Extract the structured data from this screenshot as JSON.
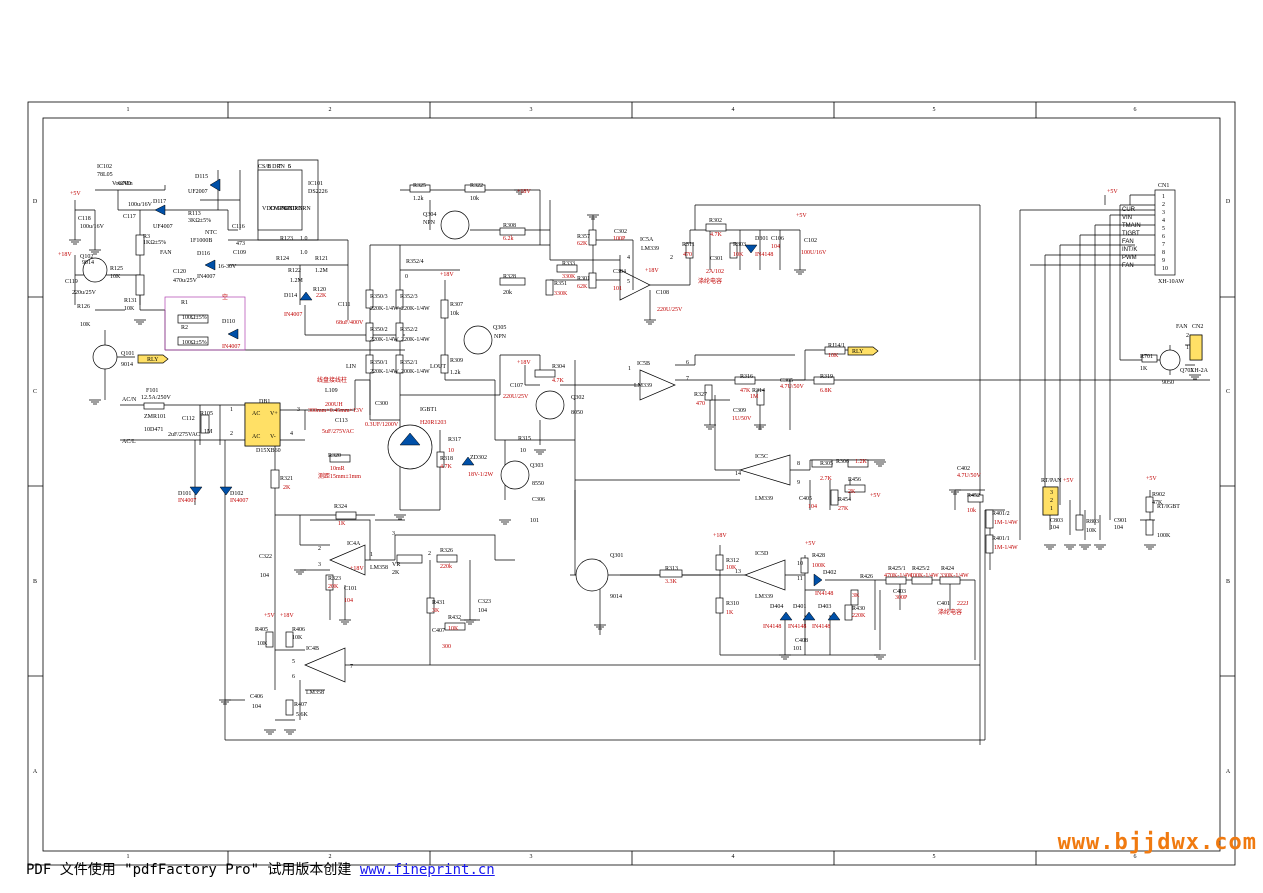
{
  "schematic": {
    "grid_cols": [
      "1",
      "2",
      "3",
      "4",
      "5",
      "6"
    ],
    "grid_rows": [
      "D",
      "C",
      "B",
      "A"
    ],
    "components": {
      "ic102": [
        "IC102",
        "78L05",
        "Vout",
        "GND",
        "Vin"
      ],
      "ic101": [
        "IC101",
        "DS2226",
        "VDD GND",
        "CMP GND",
        "N/C",
        "DRN",
        "DRN",
        "CS/E DRN",
        "8",
        "7",
        "6",
        "5"
      ],
      "d115": [
        "D115",
        "UF2007"
      ],
      "d117": [
        "D117",
        "UF4007"
      ],
      "c118": [
        "C118",
        "100u/16V"
      ],
      "c117": [
        "C117",
        "100u/16V"
      ],
      "r3": [
        "R3",
        "1KΩ±5%"
      ],
      "r113": [
        "R113",
        "3KΩ±5%"
      ],
      "c116": [
        "C116",
        "473"
      ],
      "r1nt": [
        "NTC",
        "1F1000B"
      ],
      "q102": [
        "Q102",
        "9014"
      ],
      "r125": [
        "R125",
        "10K"
      ],
      "r126": [
        "R126",
        "10K"
      ],
      "r131": [
        "R131",
        "10K"
      ],
      "c120": [
        "C120",
        "470u/25V"
      ],
      "c119": [
        "C119",
        "220u/25V"
      ],
      "d116": [
        "D116",
        "IN4007"
      ],
      "c109": [
        "C109",
        "16-30V"
      ],
      "r123": [
        "R123",
        "1.0"
      ],
      "r124": [
        "R124",
        "1.0"
      ],
      "r122": [
        "R122",
        "1.2M"
      ],
      "r121": [
        "R121",
        "1.2M"
      ],
      "r120": [
        "R120",
        "22K"
      ],
      "d114": [
        "D114",
        "IN4007"
      ],
      "c111": [
        "C111",
        "68uF/400V"
      ],
      "box_title": "空",
      "r1": [
        "R1",
        "100Ω±5%"
      ],
      "r2": [
        "R2",
        "100Ω±5%"
      ],
      "d110": [
        "D110",
        "IN4007"
      ],
      "q101": [
        "Q101",
        "9014"
      ],
      "rly": "RLY",
      "fan": "FAN",
      "plus18": "+18V",
      "plus5": "+5V",
      "acn": "AC/N",
      "acl": "AC/L",
      "f101": [
        "F101",
        "12.5A/250V"
      ],
      "zmr101": [
        "ZMR101",
        "10D471"
      ],
      "c112": [
        "C112",
        "2uF/275VAC"
      ],
      "r105": [
        "R105",
        "1M"
      ],
      "db1": [
        "DB1",
        "AC",
        "V+",
        "AC",
        "V-",
        "D15XB60",
        "1",
        "2",
        "3",
        "4"
      ],
      "d101": [
        "D101",
        "IN4007"
      ],
      "d102": [
        "D102",
        "IN4007"
      ],
      "r321": [
        "R321",
        "2K"
      ],
      "l109": [
        "L109",
        "200UH"
      ],
      "coil_in": "LIN",
      "c113": [
        "C113",
        "5uF/275VAC"
      ],
      "c300": [
        "C300",
        "0.3UF/1200V"
      ],
      "coil_note": "线盘接线柱",
      "red1": "300mm×0.45mm×13V",
      "red2": "测距15mm±1mm",
      "igbt": [
        "IGBT1",
        "H20R1203"
      ],
      "r318": [
        "R318",
        "4.7K"
      ],
      "r317": [
        "R317",
        "10"
      ],
      "zd302": [
        "ZD302",
        "18V-1/2W"
      ],
      "q303": [
        "Q303",
        "8550"
      ],
      "r315": [
        "R315",
        "10"
      ],
      "c306": [
        "C306",
        "101"
      ],
      "r325": [
        "R325",
        "1.2k"
      ],
      "r322": [
        "R322",
        "10k"
      ],
      "q304": [
        "Q304",
        "NPN"
      ],
      "r308": [
        "R308",
        "6.2k"
      ],
      "r352": [
        "R352/4",
        "0"
      ],
      "r350_3": [
        "R350/3",
        "220K-1/4W"
      ],
      "r350_2": [
        "R350/2",
        "220K-1/4W"
      ],
      "r350_1": [
        "R350/1",
        "220K-1/4W"
      ],
      "r352_3": [
        "R352/3",
        "220K-1/4W"
      ],
      "r352_2": [
        "R352/2",
        "220K-1/4W"
      ],
      "r352_1": [
        "R352/1",
        "200K-1/4W"
      ],
      "r307": [
        "R307",
        "10k"
      ],
      "r309": [
        "R309",
        "1.2k"
      ],
      "q305": [
        "Q305",
        "NPN"
      ],
      "r328": [
        "R328",
        "20k"
      ],
      "lout": "LOUT",
      "r320": [
        "R320",
        "10mR"
      ],
      "r324": [
        "R324",
        "1K"
      ],
      "ic4a": [
        "IC4A",
        "LM358"
      ],
      "c322": [
        "C322",
        "104"
      ],
      "r323": [
        "R323",
        "20K"
      ],
      "c101": [
        "C101",
        "104"
      ],
      "vr": [
        "VR",
        "2K"
      ],
      "r326": [
        "R326",
        "220k"
      ],
      "c323": [
        "C323",
        "104"
      ],
      "r431": [
        "R431",
        "3K"
      ],
      "r432": [
        "R432",
        "10K"
      ],
      "c407": [
        "C407",
        "300"
      ],
      "ic4b": [
        "IC4B",
        "LM358"
      ],
      "r405": [
        "R405",
        "10K"
      ],
      "r406": [
        "R406",
        "10K"
      ],
      "c406": [
        "C406",
        "104"
      ],
      "r407": [
        "R407",
        "5.6K"
      ],
      "q301": [
        "Q301",
        "9014"
      ],
      "r313": [
        "R313",
        "3.3K"
      ],
      "ic5a": [
        "IC5A",
        "LM339"
      ],
      "r357": [
        "R357",
        "62K"
      ],
      "c302": [
        "C302",
        "100P"
      ],
      "r301": [
        "R301",
        "62K"
      ],
      "c304": [
        "C304",
        "101"
      ],
      "c108": [
        "C108",
        "220U/25V"
      ],
      "r333": [
        "R333",
        "330K"
      ],
      "r351": [
        "R351",
        "330K"
      ],
      "r302": [
        "R302",
        "4.7K"
      ],
      "r311": [
        "R311",
        "470"
      ],
      "c301": [
        "C301",
        "2A/102"
      ],
      "red_cap1": "涤纶电容",
      "r303": [
        "R303",
        "10K"
      ],
      "d301": [
        "D301",
        "IN4148"
      ],
      "c106": [
        "C106",
        "104"
      ],
      "c102": [
        "C102",
        "100U/16V"
      ],
      "r304": [
        "R304",
        "4.7K"
      ],
      "c107": [
        "C107",
        "220U/25V"
      ],
      "q302": [
        "Q302",
        "8050"
      ],
      "ic5b": [
        "IC5B",
        "LM339"
      ],
      "r327": [
        "R327",
        "470"
      ],
      "r316": [
        "R316",
        "47K"
      ],
      "r314": [
        "R314",
        "1M"
      ],
      "c309": [
        "C309",
        "1U/50V"
      ],
      "c305": [
        "C305",
        "4.7U/50V"
      ],
      "r319": [
        "R319",
        "6.8K"
      ],
      "r3141": [
        "RJ14/1",
        "10K"
      ],
      "ic5c": [
        "IC5C",
        "LM339"
      ],
      "r305": [
        "R305",
        "2.7K"
      ],
      "r306": [
        "R306",
        "1.2K"
      ],
      "c405": [
        "C405",
        "104"
      ],
      "r456": [
        "R456",
        "2K"
      ],
      "r454": [
        "R454",
        "27K"
      ],
      "r312": [
        "R312",
        "10K"
      ],
      "r310": [
        "R310",
        "1K"
      ],
      "ic5d": [
        "IC5D",
        "LM339"
      ],
      "r428": [
        "R428",
        "100K"
      ],
      "d402": [
        "D402",
        "IN4148"
      ],
      "r426": [
        "R426",
        "3K"
      ],
      "r430": [
        "R430",
        "220K"
      ],
      "d404": [
        "D404",
        "IN4148"
      ],
      "d401": [
        "D401",
        "IN4148"
      ],
      "d403": [
        "D403",
        "IN4148"
      ],
      "c408": [
        "C408",
        "101"
      ],
      "r425_1": [
        "R425/1",
        "470K-1/4W"
      ],
      "r425_2": [
        "R425/2",
        "100K-1/4W"
      ],
      "r424": [
        "R424",
        "330K-1/4W"
      ],
      "c403": [
        "C403",
        "300P"
      ],
      "c401": [
        "C401",
        "222J"
      ],
      "red_cap2": "涤纶电容",
      "c402": [
        "C402",
        "4.7U/50V"
      ],
      "r452": [
        "R452",
        "10k"
      ],
      "r401_2": [
        "R401/2",
        "1M-1/4W"
      ],
      "r401_1": [
        "R401/1",
        "1M-1/4W"
      ],
      "cn1": [
        "CN1",
        "XH-10AW",
        "1",
        "2",
        "3",
        "4",
        "5",
        "6",
        "7",
        "8",
        "9",
        "10"
      ],
      "cn1_signals": [
        "CUR",
        "VIN",
        "TMAIN",
        "TIGBT",
        "FAN",
        "INT/K",
        "PWM",
        "FAN"
      ],
      "r701": [
        "R701",
        "1K"
      ],
      "q701": [
        "Q701",
        "9050"
      ],
      "cn2": [
        "CN2",
        "XH-2A",
        "FAN",
        "2",
        "1"
      ],
      "rtpan": [
        "RT/PAN",
        "3",
        "2",
        "1"
      ],
      "c803": [
        "C803",
        "104"
      ],
      "r803": [
        "R803",
        "10K"
      ],
      "c901": [
        "C901",
        "104"
      ],
      "r902": [
        "R902",
        "47K"
      ],
      "rtigbt": [
        "RT/IGBT",
        "100K"
      ]
    }
  },
  "watermark": "www.bjjdwx.com",
  "footer": {
    "text": "PDF 文件使用 \"pdfFactory Pro\" 试用版本创建",
    "link": "www.fineprint.cn"
  }
}
